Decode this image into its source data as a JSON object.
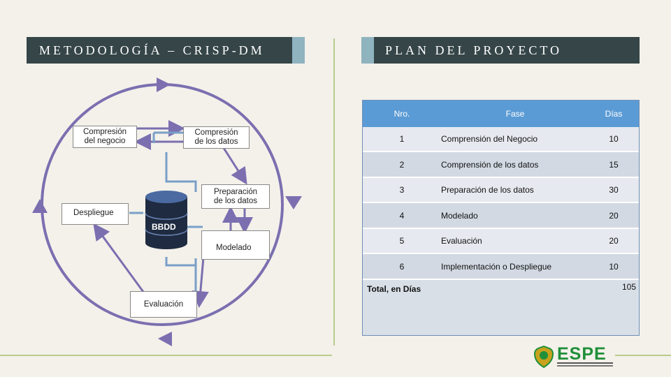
{
  "left_title": "METODOLOGÍA – CRISP-DM",
  "right_title": "PLAN DEL PROYECTO",
  "diagram": {
    "business": "Compresión\ndel negocio",
    "data": "Compresión\nde los datos",
    "prep": "Preparación\nde los datos",
    "deploy": "Despliegue",
    "db": "BBDD",
    "model": "Modelado",
    "eval": "Evaluación"
  },
  "table": {
    "headers": [
      "Nro.",
      "Fase",
      "Días"
    ],
    "rows": [
      {
        "nro": "1",
        "fase": "Comprensión del Negocio",
        "dias": "10"
      },
      {
        "nro": "2",
        "fase": "Comprensión de los datos",
        "dias": "15"
      },
      {
        "nro": "3",
        "fase": "Preparación de los datos",
        "dias": "30"
      },
      {
        "nro": "4",
        "fase": "Modelado",
        "dias": "20"
      },
      {
        "nro": "5",
        "fase": "Evaluación",
        "dias": "20"
      },
      {
        "nro": "6",
        "fase": "Implementación o Despliegue",
        "dias": "10"
      }
    ],
    "total_label": "Total, en Días",
    "total_value": "105"
  },
  "logo": {
    "text": "ESPE",
    "colors": {
      "green": "#1f8f3a",
      "gold": "#c8a21c"
    }
  }
}
